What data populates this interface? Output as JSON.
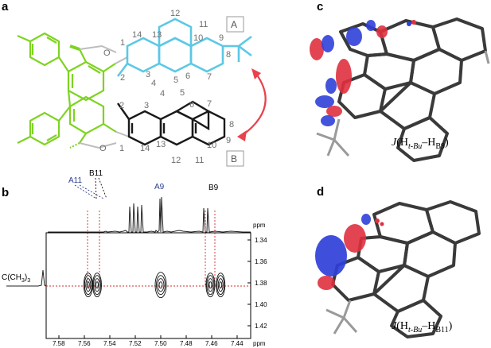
{
  "panels": {
    "a": "a",
    "b": "b",
    "c": "c",
    "d": "d"
  },
  "panel_a": {
    "box_top": "A",
    "box_bottom": "B",
    "top_ring_numbers": [
      "1",
      "2",
      "3",
      "4",
      "5",
      "6",
      "7",
      "8",
      "9",
      "10",
      "11",
      "12",
      "13",
      "14"
    ],
    "bottom_ring_numbers": [
      "1",
      "2",
      "3",
      "4",
      "5",
      "6",
      "7",
      "8",
      "9",
      "10",
      "11",
      "12",
      "13",
      "14"
    ],
    "colors": {
      "helicene_frame": "#7ed321",
      "unit_A": "#5bc8e6",
      "unit_B": "#1a1a1a",
      "arrow": "#e8424d",
      "oxygen_ring": "#bdbdbd"
    }
  },
  "panel_b": {
    "peak_labels": {
      "A11": "A11",
      "B11": "B11",
      "A9": "A9",
      "B9": "B9"
    },
    "left_label_main": "C(CH",
    "left_label_sub1": "3",
    "left_label_close": ")",
    "left_label_sub2": "3",
    "unit_right": "ppm",
    "unit_bottom": "ppm",
    "y_ticks": [
      "1.34",
      "1.36",
      "1.38",
      "1.40",
      "1.42"
    ],
    "x_ticks": [
      "7.58",
      "7.56",
      "7.54",
      "7.52",
      "7.50",
      "7.48",
      "7.46",
      "7.44"
    ]
  },
  "panel_c": {
    "j_prefix": "J",
    "j_open": "(H",
    "j_sub1": "t-Bu",
    "j_dash": "–H",
    "j_sub2": "B9",
    "j_close": ")"
  },
  "panel_d": {
    "j_prefix": "J",
    "j_open": "(H",
    "j_sub1": "t-Bu",
    "j_dash": "–H",
    "j_sub2": "B11",
    "j_close": ")"
  },
  "chart_data": {
    "type": "2D NMR (HSQC-type contour)",
    "x_axis_ppm": [
      7.58,
      7.56,
      7.54,
      7.52,
      7.5,
      7.48,
      7.46,
      7.44
    ],
    "y_axis_ppm": [
      1.34,
      1.36,
      1.38,
      1.4,
      1.42
    ],
    "peaks_1d": [
      {
        "label": "A11",
        "ppm": 7.56
      },
      {
        "label": "A11",
        "ppm": 7.557
      },
      {
        "label": "B11",
        "ppm": 7.552
      },
      {
        "label": "B11",
        "ppm": 7.549
      },
      {
        "label": "A9",
        "ppm": 7.5
      },
      {
        "label": "B9",
        "ppm": 7.461
      },
      {
        "label": "B9",
        "ppm": 7.453
      }
    ],
    "cross_peaks": [
      {
        "x": 7.557,
        "y": 1.382
      },
      {
        "x": 7.55,
        "y": 1.382
      },
      {
        "x": 7.5,
        "y": 1.382
      },
      {
        "x": 7.461,
        "y": 1.382
      },
      {
        "x": 7.453,
        "y": 1.382
      }
    ]
  }
}
